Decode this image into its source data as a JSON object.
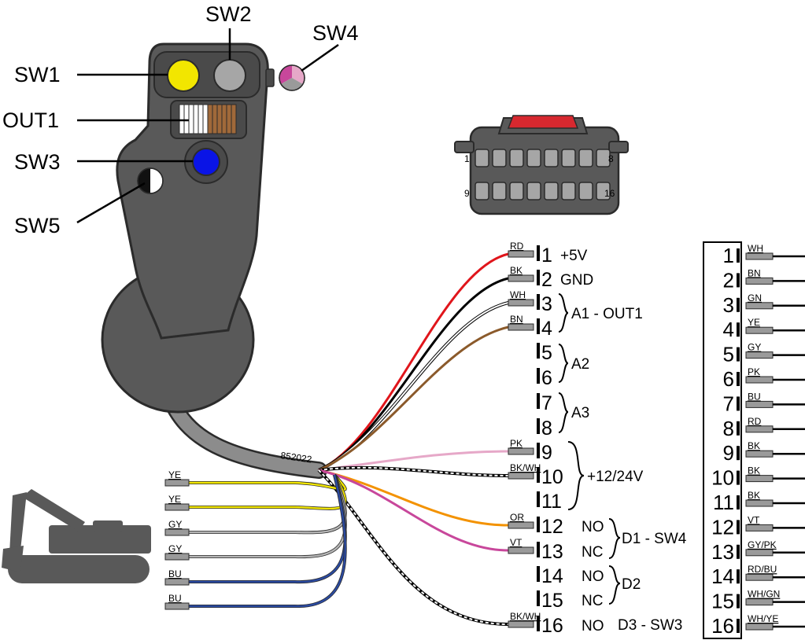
{
  "callouts": {
    "sw1": "SW1",
    "sw2": "SW2",
    "sw3": "SW3",
    "sw4": "SW4",
    "sw5": "SW5",
    "out1": "OUT1"
  },
  "cable_part_number": "852022",
  "connector": {
    "pin_first_top": "1",
    "pin_last_top": "8",
    "pin_first_bottom": "9",
    "pin_last_bottom": "16"
  },
  "main_pins": [
    {
      "pin": "1",
      "wire": "RD",
      "signal": "+5V",
      "color": "#e0151b"
    },
    {
      "pin": "2",
      "wire": "BK",
      "signal": "GND",
      "color": "#000000"
    },
    {
      "pin": "3",
      "wire": "WH",
      "signal": "",
      "color": "#ffffff"
    },
    {
      "pin": "4",
      "wire": "BN",
      "signal": "",
      "color": "#8b5a2b"
    },
    {
      "pin": "5",
      "wire": "",
      "signal": "",
      "color": ""
    },
    {
      "pin": "6",
      "wire": "",
      "signal": "",
      "color": ""
    },
    {
      "pin": "7",
      "wire": "",
      "signal": "",
      "color": ""
    },
    {
      "pin": "8",
      "wire": "",
      "signal": "",
      "color": ""
    },
    {
      "pin": "9",
      "wire": "PK",
      "signal": "",
      "color": "#e6a8c8"
    },
    {
      "pin": "10",
      "wire": "BK/WH",
      "signal": "",
      "color": "#000000"
    },
    {
      "pin": "11",
      "wire": "",
      "signal": "",
      "color": ""
    },
    {
      "pin": "12",
      "wire": "OR",
      "signal": "NO",
      "color": "#f39200"
    },
    {
      "pin": "13",
      "wire": "VT",
      "signal": "NC",
      "color": "#c8479b"
    },
    {
      "pin": "14",
      "wire": "",
      "signal": "NO",
      "color": ""
    },
    {
      "pin": "15",
      "wire": "",
      "signal": "NC",
      "color": ""
    },
    {
      "pin": "16",
      "wire": "BK/WH",
      "signal": "NO",
      "color": "#000000"
    }
  ],
  "groups": [
    {
      "label": "A1 - OUT1"
    },
    {
      "label": "A2"
    },
    {
      "label": "A3"
    },
    {
      "label": "+12/24V"
    },
    {
      "label": "D1 - SW4"
    },
    {
      "label": "D2"
    },
    {
      "label": "D3 - SW3"
    }
  ],
  "left_wires": [
    {
      "label": "YE",
      "color": "#f2e600"
    },
    {
      "label": "YE",
      "color": "#f2e600"
    },
    {
      "label": "GY",
      "color": "#b5b5b5"
    },
    {
      "label": "GY",
      "color": "#b5b5b5"
    },
    {
      "label": "BU",
      "color": "#2b4aa0"
    },
    {
      "label": "BU",
      "color": "#2b4aa0"
    }
  ],
  "right_table": [
    {
      "pin": "1",
      "wire": "WH"
    },
    {
      "pin": "2",
      "wire": "BN"
    },
    {
      "pin": "3",
      "wire": "GN"
    },
    {
      "pin": "4",
      "wire": "YE"
    },
    {
      "pin": "5",
      "wire": "GY"
    },
    {
      "pin": "6",
      "wire": "PK"
    },
    {
      "pin": "7",
      "wire": "BU"
    },
    {
      "pin": "8",
      "wire": "RD"
    },
    {
      "pin": "9",
      "wire": "BK"
    },
    {
      "pin": "10",
      "wire": "BK"
    },
    {
      "pin": "11",
      "wire": "BK"
    },
    {
      "pin": "12",
      "wire": "VT"
    },
    {
      "pin": "13",
      "wire": "GY/PK"
    },
    {
      "pin": "14",
      "wire": "RD/BU"
    },
    {
      "pin": "15",
      "wire": "WH/GN"
    },
    {
      "pin": "16",
      "wire": "WH/YE"
    }
  ],
  "colors": {
    "handle": "#595959",
    "handle_outline": "#2b2b2b",
    "cable": "#8c8c8c",
    "sw1": "#f2e600",
    "sw2": "#a6a6a6",
    "sw3": "#0a14e6",
    "sw4_top": "#e06fb0",
    "connector_latch": "#d7282f"
  }
}
